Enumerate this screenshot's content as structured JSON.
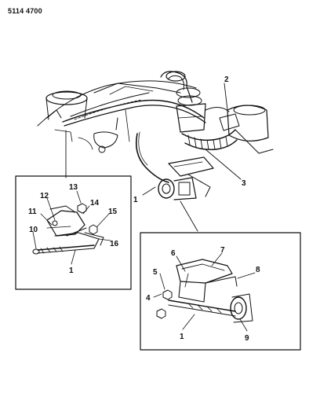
{
  "document": {
    "id": "5114 4700"
  },
  "callouts": {
    "main": [
      "1",
      "2",
      "3"
    ],
    "left_inset": [
      "10",
      "11",
      "12",
      "13",
      "14",
      "15",
      "16",
      "1"
    ],
    "right_inset": [
      "4",
      "5",
      "6",
      "7",
      "8",
      "9",
      "1"
    ]
  }
}
